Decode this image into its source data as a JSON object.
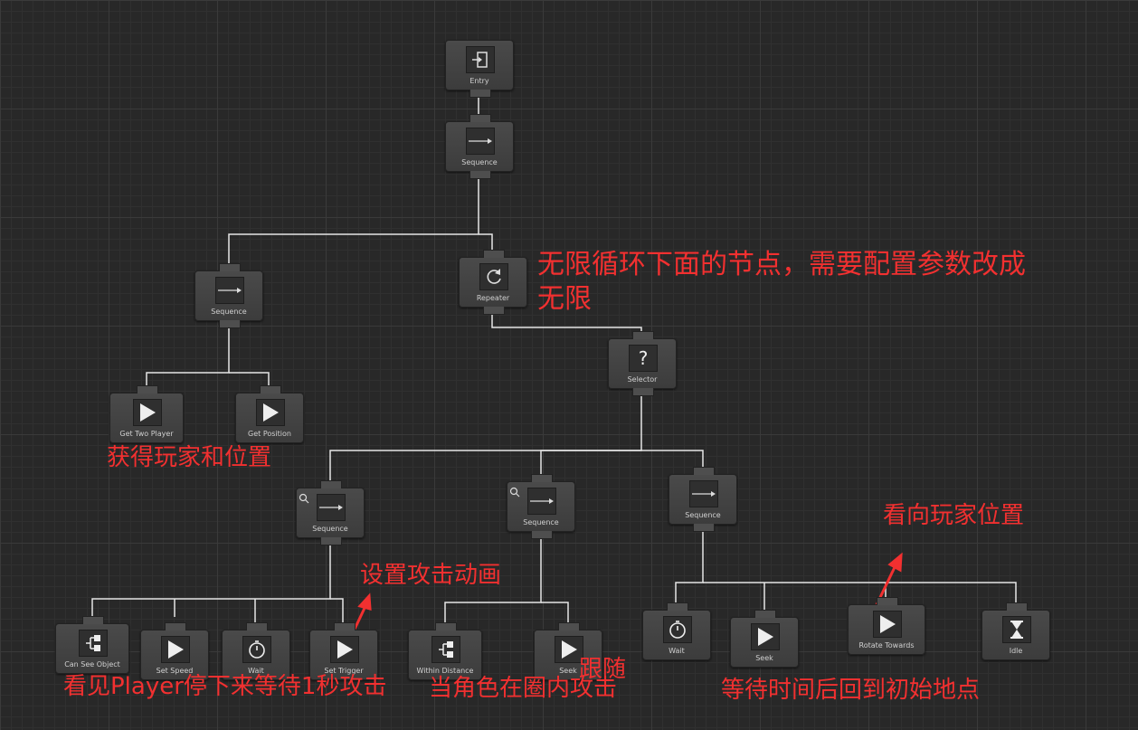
{
  "nodes": {
    "entry": {
      "label": "Entry",
      "icon": "entry-icon"
    },
    "sequence_root": {
      "label": "Sequence",
      "icon": "arrow-right-icon"
    },
    "sequence_left": {
      "label": "Sequence",
      "icon": "arrow-right-icon"
    },
    "repeater": {
      "label": "Repeater",
      "icon": "repeat-icon"
    },
    "get_two_player": {
      "label": "Get Two Player",
      "icon": "play-icon"
    },
    "get_position": {
      "label": "Get Position",
      "icon": "play-icon"
    },
    "selector": {
      "label": "Selector",
      "icon": "question-icon"
    },
    "sequence_a": {
      "label": "Sequence",
      "icon": "arrow-right-icon"
    },
    "sequence_b": {
      "label": "Sequence",
      "icon": "arrow-right-icon"
    },
    "sequence_c": {
      "label": "Sequence",
      "icon": "arrow-right-icon"
    },
    "can_see_object": {
      "label": "Can See Object",
      "icon": "condition-icon"
    },
    "set_speed": {
      "label": "Set Speed",
      "icon": "play-icon"
    },
    "wait_a": {
      "label": "Wait",
      "icon": "stopwatch-icon"
    },
    "set_trigger": {
      "label": "Set Trigger",
      "icon": "play-icon"
    },
    "within_distance": {
      "label": "Within Distance",
      "icon": "condition-icon"
    },
    "seek_b": {
      "label": "Seek",
      "icon": "play-icon"
    },
    "wait_c": {
      "label": "Wait",
      "icon": "stopwatch-icon"
    },
    "seek_c": {
      "label": "Seek",
      "icon": "play-icon"
    },
    "rotate_towards": {
      "label": "Rotate Towards",
      "icon": "play-icon"
    },
    "idle": {
      "label": "Idle",
      "icon": "hourglass-icon"
    }
  },
  "annotations": {
    "repeater_note_line1": "无限循环下面的节点，需要配置参数改成",
    "repeater_note_line2": "无限",
    "get_player_note": "获得玩家和位置",
    "set_trigger_note": "设置攻击动画",
    "look_at_note": "看向玩家位置",
    "follow_note": "跟随",
    "attack_note": "看见Player停下来等待1秒攻击",
    "circle_attack_note": "当角色在圈内攻击",
    "return_note": "等待时间后回到初始地点"
  },
  "colors": {
    "annotation": "#f23030",
    "wire": "#e8e8e8",
    "node_bg": "#444444"
  }
}
